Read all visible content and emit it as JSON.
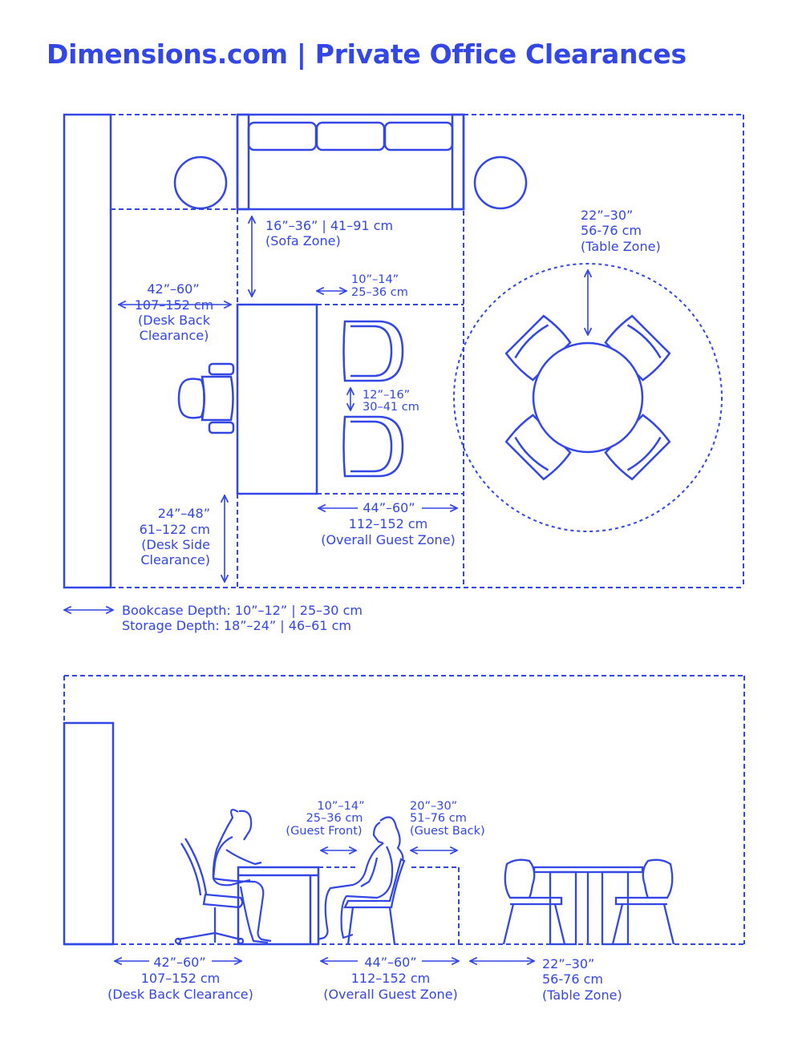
{
  "title": "Dimensions.com | Private Office Clearances",
  "colors": {
    "line": "#3346e6",
    "background": "#ffffff"
  },
  "plan": {
    "sofa_zone": {
      "imperial": "16”–36” | 41–91 cm",
      "name": "(Sofa Zone)"
    },
    "guest_front": {
      "imperial": "10”–14”",
      "metric": "25–36 cm"
    },
    "table_zone": {
      "imperial": "22”–30”",
      "metric": "56-76 cm",
      "name": "(Table Zone)"
    },
    "desk_back": {
      "imperial": "42”–60”",
      "metric": "107–152 cm",
      "name_line1": "(Desk Back",
      "name_line2": "Clearance)"
    },
    "guest_gap": {
      "imperial": "12”–16”",
      "metric": "30–41 cm"
    },
    "desk_side": {
      "imperial": "24”–48”",
      "metric": "61–122 cm",
      "name_line1": "(Desk Side",
      "name_line2": "Clearance)"
    },
    "overall_guest": {
      "imperial": "44”–60”",
      "metric": "112–152 cm",
      "name": "(Overall Guest Zone)"
    },
    "bookcase_depth": "Bookcase Depth: 10”–12” | 25–30 cm",
    "storage_depth": "Storage Depth: 18”–24” | 46–61 cm"
  },
  "elevation": {
    "guest_front": {
      "imperial": "10”–14”",
      "metric": "25–36 cm",
      "name": "(Guest Front)"
    },
    "guest_back": {
      "imperial": "20”–30”",
      "metric": "51–76 cm",
      "name": "(Guest Back)"
    },
    "desk_back": {
      "imperial": "42”–60”",
      "metric": "107–152 cm",
      "name": "(Desk Back Clearance)"
    },
    "overall_guest": {
      "imperial": "44”–60”",
      "metric": "112–152 cm",
      "name": "(Overall Guest Zone)"
    },
    "table_zone": {
      "imperial": "22”–30”",
      "metric": "56-76 cm",
      "name": "(Table Zone)"
    }
  }
}
